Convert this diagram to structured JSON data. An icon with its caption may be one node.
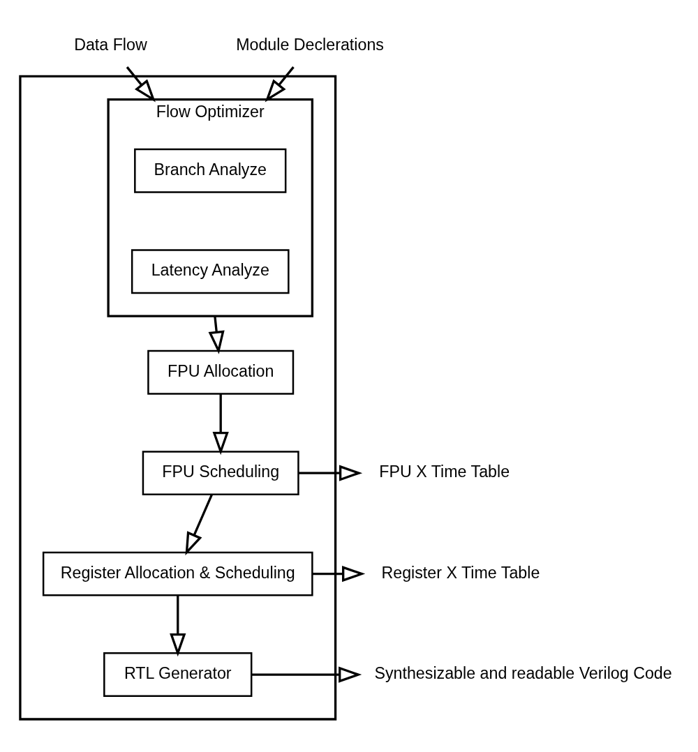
{
  "diagram": {
    "nodes": [
      {
        "text": [
          "Data Flow"
        ]
      },
      {
        "text": [
          "Module Declerations"
        ]
      },
      {
        "text": [],
        "shape": "box"
      },
      {
        "text": [
          "Flow Optimizer"
        ],
        "in": 2
      },
      {
        "text": [
          "Branch Analyze"
        ],
        "in": 3
      },
      {
        "text": [
          "Latency Analyze"
        ],
        "in": 3
      },
      {
        "text": [
          "FPU Allocation"
        ],
        "in": 2
      },
      {
        "text": [
          "FPU X Time Table"
        ]
      },
      {
        "text": [
          "FPU Scheduling"
        ],
        "in": 2
      },
      {
        "text": [
          "Register X Time Table"
        ]
      },
      {
        "text": [
          "Register Allocation & Scheduling"
        ],
        "in": 2
      },
      {
        "text": [
          "Synthesizable and readable Verilog Code"
        ]
      },
      {
        "text": [
          "RTL Generator"
        ],
        "in": 2
      }
    ],
    "edges": [
      {
        "from": 0,
        "to": 3,
        "arrow": "to"
      },
      {
        "from": 1,
        "to": 3,
        "arrow": "to"
      },
      {
        "from": 3,
        "to": 6,
        "arrow": "to"
      },
      {
        "from": 6,
        "to": 8,
        "arrow": "to"
      },
      {
        "from": 8,
        "to": 7,
        "arrow": "to"
      },
      {
        "from": 8,
        "to": 10,
        "arrow": "to"
      },
      {
        "from": 10,
        "to": 9,
        "arrow": "to"
      },
      {
        "from": 10,
        "to": 12,
        "arrow": "to"
      },
      {
        "from": 12,
        "to": 11,
        "arrow": "to"
      }
    ]
  }
}
